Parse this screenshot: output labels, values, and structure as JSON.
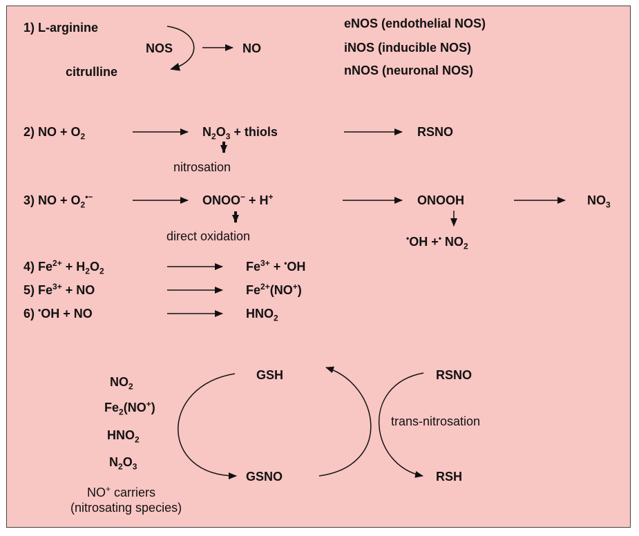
{
  "nos": {
    "substrate": "L-arginine",
    "enzyme": "NOS",
    "product": "NO",
    "byproduct": "citrulline",
    "isoforms": [
      "eNOS (endothelial NOS)",
      "iNOS (inducible NOS)",
      "nNOS (neuronal NOS)"
    ]
  },
  "reaction2": {
    "number": "2)",
    "reactant_a": "NO + O",
    "reactant_sub": "2",
    "middle_a": "N",
    "middle_sub1": "2",
    "middle_b": "O",
    "middle_sub2": "3",
    "middle_c": " + thiols",
    "product": "RSNO",
    "note": "nitrosation"
  },
  "reaction3": {
    "number": "3)",
    "reactant_a": "NO + O",
    "reactant_sub": "2",
    "reactant_sup": "•−",
    "middle_a": "ONOO",
    "middle_sup1": "−",
    "middle_b": " + H",
    "middle_sup2": "+",
    "product1": "ONOOH",
    "product2_a": "NO",
    "product2_sub": "3",
    "note": "direct oxidation",
    "radicals_dot1": "•",
    "radicals_a": "OH  +",
    "radicals_dot2": "•",
    "radicals_b": " NO",
    "radicals_sub": "2"
  },
  "reaction4": {
    "number": "4)",
    "left_a": "Fe",
    "left_sup": "2+",
    "left_b": " + H",
    "left_sub1": "2",
    "left_c": "O",
    "left_sub2": "2",
    "right_a": "Fe",
    "right_sup": "3+",
    "right_b": " + ",
    "right_dot": "•",
    "right_c": "OH"
  },
  "reaction5": {
    "number": "5)",
    "left_a": "Fe",
    "left_sup": "3+",
    "left_b": " + NO",
    "right_a": "Fe",
    "right_sup1": "2+",
    "right_b": "(NO",
    "right_sup2": "+",
    "right_c": ")"
  },
  "reaction6": {
    "number": "6)",
    "left_dot": "•",
    "left_a": "OH + NO",
    "right_a": "HNO",
    "right_sub": "2"
  },
  "cycle": {
    "gsh": "GSH",
    "gsno": "GSNO",
    "rsno": "RSNO",
    "rsh": "RSH",
    "trans": "trans-nitrosation",
    "species": {
      "no2_a": "NO",
      "no2_sub": "2",
      "fe_a": "Fe",
      "fe_sub": "2",
      "fe_b": "(NO",
      "fe_sup": "+",
      "fe_c": ")",
      "hno2_a": "HNO",
      "hno2_sub": "2",
      "n2o3_a": "N",
      "n2o3_sub1": "2",
      "n2o3_b": "O",
      "n2o3_sub2": "3"
    },
    "carriers_a": "NO",
    "carriers_sup": "+",
    "carriers_b": " carriers",
    "carriers_line2": "(nitrosating species)"
  }
}
